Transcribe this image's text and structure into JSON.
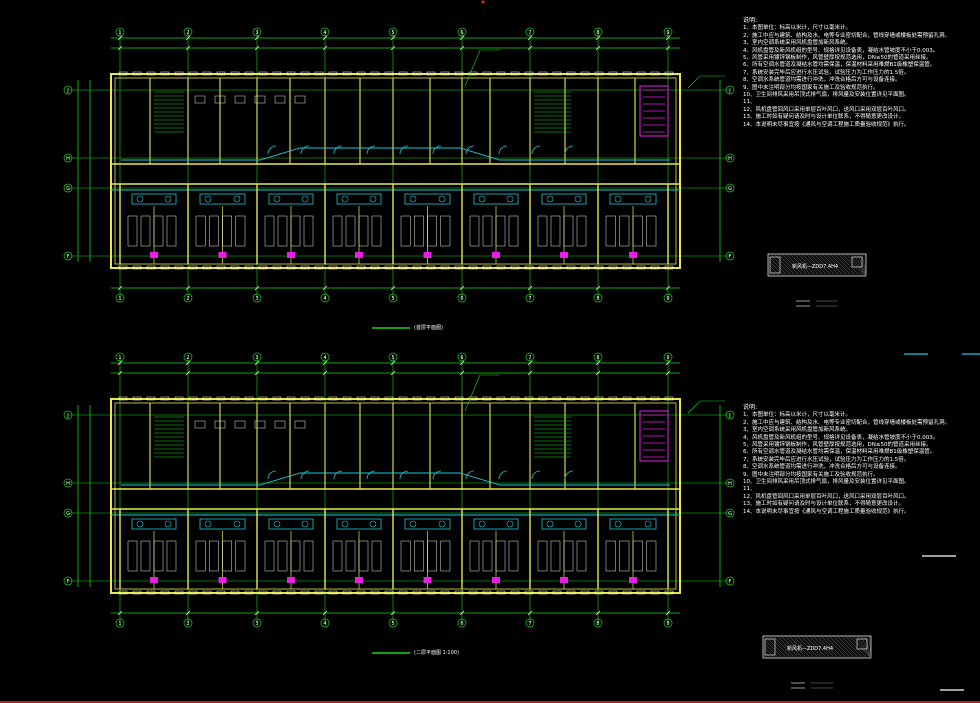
{
  "drawing": {
    "background": "#000000",
    "colors": {
      "wall": "#e8e84a",
      "grid": "#19d419",
      "fixture": "#e8e8e8",
      "hvac": "#19c8d8",
      "accent": "#e81ee8",
      "title_line": "#19d419",
      "red_mark": "#ff2020"
    },
    "axis_labels_horizontal": [
      "1",
      "2",
      "3",
      "4",
      "5",
      "6",
      "7",
      "8",
      "9"
    ],
    "axis_labels_vertical_top": [
      "J",
      "H",
      "G",
      "F"
    ],
    "axis_labels_vertical_bottom": [
      "J",
      "H",
      "G",
      "F"
    ],
    "plans": [
      {
        "caption": "(首层平面图)"
      },
      {
        "caption": "(二层平面图 1:100)"
      }
    ],
    "notes_top": {
      "title": "说明:",
      "lines": [
        "1、本图单位：标高以米计，尺寸以毫米计。",
        "2、施工中应与建筑、结构及水、电等专业密切配合，管线穿墙或楼板处需预留孔洞。",
        "3、室内空调系统采用风机盘管加新风系统。",
        "4、风机盘管及新风机组的型号、规格详见设备表，凝结水管坡度不小于0.003。",
        "5、风管采用镀锌钢板制作，风管壁厚按规范选用，DN≤50的管道采用丝接。",
        "6、所有空调水管道及凝结水管均需保温，保温材料采用难燃B1级橡塑保温管。",
        "7、系统安装完毕后应进行水压试验，试验压力为工作压力的1.5倍。",
        "8、空调水系统管道均需进行冲洗，冲洗合格后方可与设备连接。",
        "9、图中未注明部分均按国家有关施工及验收规范执行。",
        "10、卫生间排风采用吊顶式排气扇，排风量及安装位置详见平面图。",
        "11、",
        "12、风机盘管回风口采用单层百叶风口，送风口采用双层百叶风口。",
        "13、施工时如有疑问请及时与设计单位联系，不得随意更改设计。",
        "14、本说明未尽事宜按《通风与空调工程施工质量验收规范》执行。"
      ]
    },
    "notes_bottom": {
      "title": "说明:",
      "lines": [
        "1、本图单位：标高以米计，尺寸以毫米计。",
        "2、施工中应与建筑、结构及水、电等专业密切配合，管线穿墙或楼板处需预留孔洞。",
        "3、室内空调系统采用风机盘管加新风系统。",
        "4、风机盘管及新风机组的型号、规格详见设备表，凝结水管坡度不小于0.003。",
        "5、风管采用镀锌钢板制作，风管壁厚按规范选用，DN≤50的管道采用丝接。",
        "6、所有空调水管道及凝结水管均需保温，保温材料采用难燃B1级橡塑保温管。",
        "7、系统安装完毕后应进行水压试验，试验压力为工作压力的1.5倍。",
        "8、空调水系统管道均需进行冲洗，冲洗合格后方可与设备连接。",
        "9、图中未注明部分均按国家有关施工及验收规范执行。",
        "10、卫生间排风采用吊顶式排气扇，排风量及安装位置详见平面图。",
        "11、",
        "12、风机盘管回风口采用单层百叶风口，送风口采用双层百叶风口。",
        "13、施工时如有疑问请及时与设计单位联系，不得随意更改设计。",
        "14、本说明未尽事宜按《通风与空调工程施工质量验收规范》执行。"
      ]
    },
    "legend_boxes": [
      {
        "label": "新风机—ZDD7.4H4"
      },
      {
        "label": "新风机—ZDD7.4H4"
      }
    ]
  }
}
